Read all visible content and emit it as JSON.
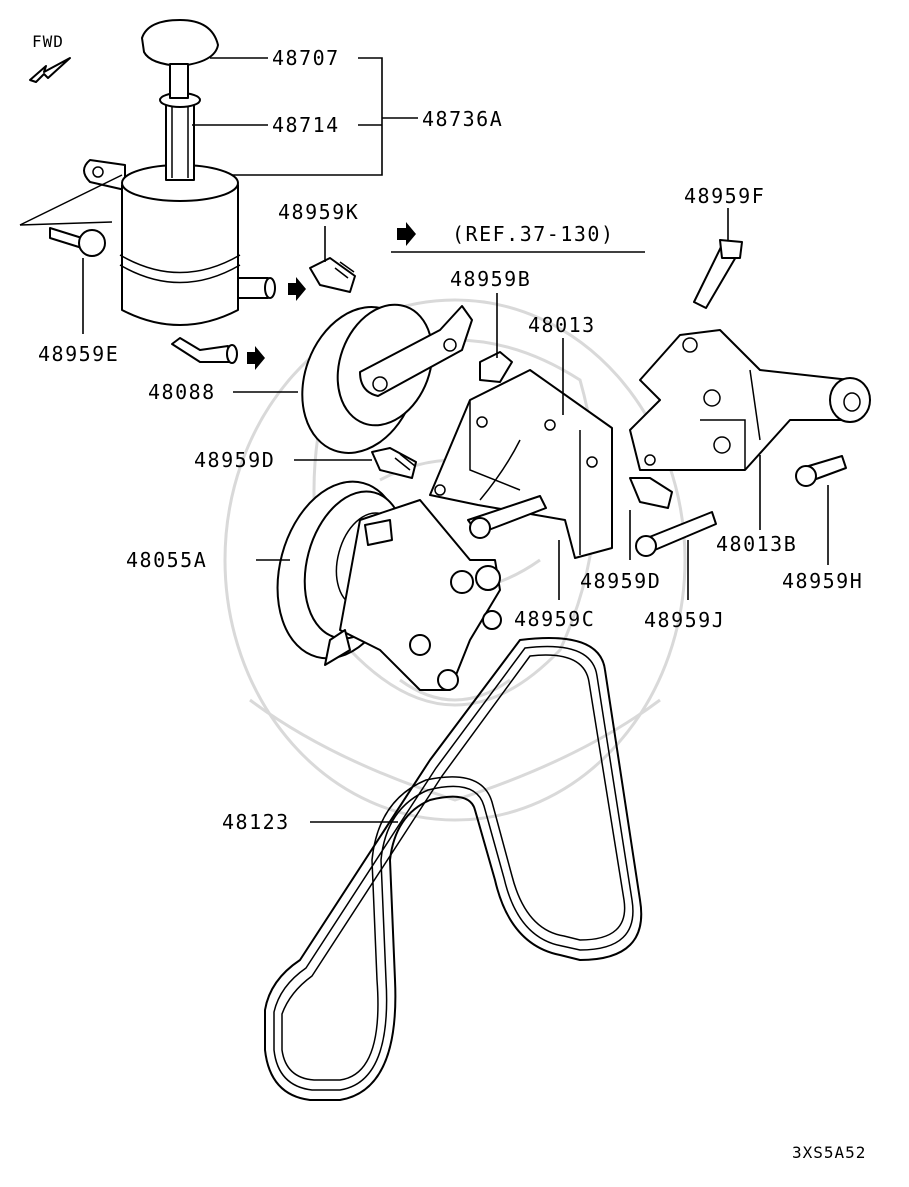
{
  "orientation": {
    "label": "FWD"
  },
  "reference": {
    "text": "(REF.37-130)"
  },
  "drawing_code": "3XS5A52",
  "callouts": {
    "p48707": "48707",
    "p48714": "48714",
    "p48736A": "48736A",
    "p48959K": "48959K",
    "p48959F": "48959F",
    "p48959B": "48959B",
    "p48013": "48013",
    "p48959E": "48959E",
    "p48088": "48088",
    "p48959D_left": "48959D",
    "p48055A": "48055A",
    "p48013B": "48013B",
    "p48959C": "48959C",
    "p48959D_right": "48959D",
    "p48959J": "48959J",
    "p48959H": "48959H",
    "p48123": "48123"
  },
  "icons": [
    "fwd-arrow-icon",
    "ref-arrow-icon",
    "flow-arrow-icon"
  ]
}
